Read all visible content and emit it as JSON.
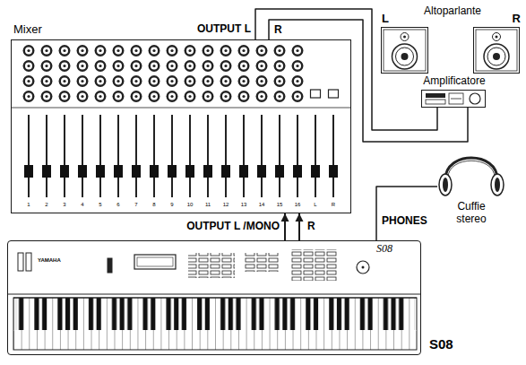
{
  "diagram": {
    "nodes": [
      {
        "text": [
          "Mixer"
        ]
      },
      {
        "text": [
          "L"
        ]
      },
      {
        "text": [
          "Amplificatore"
        ]
      },
      {
        "text": [
          "R"
        ]
      },
      {
        "text": [
          "Cuffie stereo"
        ]
      },
      {
        "text": [
          "S08"
        ]
      }
    ],
    "edges": [
      {
        "from": 5,
        "to": 0,
        "arrow": "to",
        "label": "OUTPUT L /MONO"
      },
      {
        "from": 5,
        "to": 0,
        "arrow": "to",
        "label": "R"
      },
      {
        "from": 0,
        "to": 2,
        "arrow": "none",
        "label": "OUTPUT L"
      },
      {
        "from": 0,
        "to": 2,
        "arrow": "none",
        "label": "R"
      },
      {
        "from": 5,
        "to": 4,
        "arrow": "none",
        "label": "PHONES"
      }
    ],
    "labels": [
      "Altoparlante",
      "1",
      "2",
      "3",
      "4",
      "5",
      "6",
      "7",
      "8",
      "9",
      "10",
      "11",
      "12",
      "13",
      "14",
      "15",
      "16",
      "L",
      "R",
      "YAMAHA",
      "S08"
    ]
  }
}
